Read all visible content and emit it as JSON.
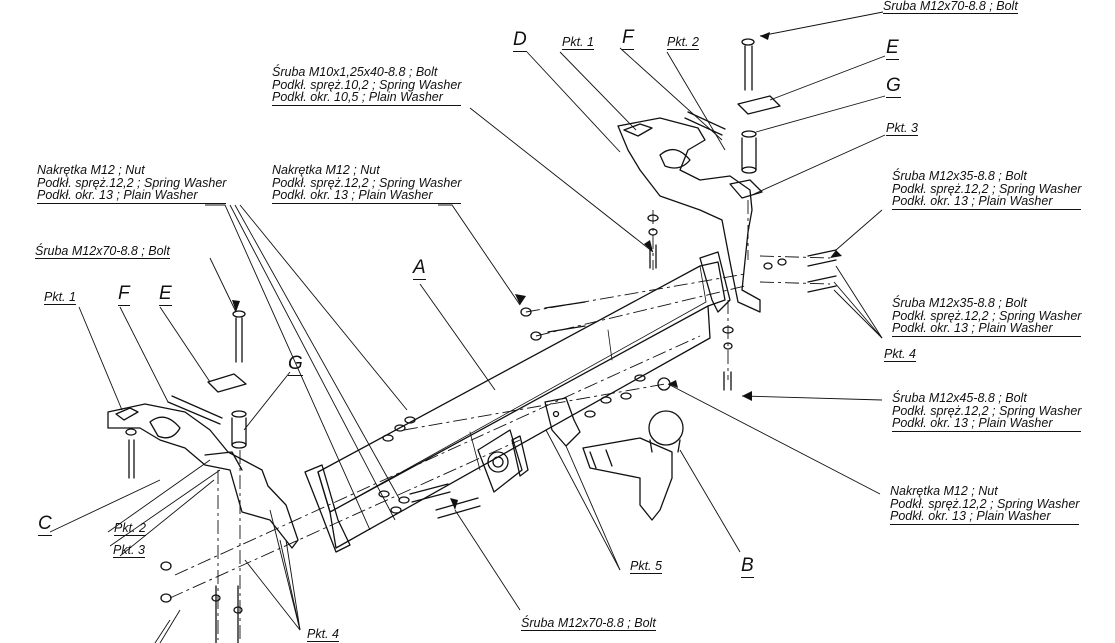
{
  "labels": {
    "bolt_top": "Śruba M12x70-8.8 ;  Bolt",
    "bolt_m10": [
      "Śruba M10x1,25x40-8.8 ;  Bolt",
      "Podkł. spręż.10,2 ; Spring Washer",
      "Podkł. okr. 10,5 ; Plain Washer"
    ],
    "nut_left": [
      "Nakrętka  M12 ; Nut",
      "Podkł. spręż.12,2 ; Spring Washer",
      "Podkł. okr. 13 ; Plain Washer"
    ],
    "nut_mid": [
      "Nakrętka  M12 ; Nut",
      "Podkł. spręż.12,2 ; Spring Washer",
      "Podkł. okr. 13 ; Plain Washer"
    ],
    "bolt_left": "Śruba M12x70-8.8 ;  Bolt",
    "bolt_m12x35_a": [
      "Śruba M12x35-8.8 ;  Bolt",
      "Podkł. spręż.12,2 ; Spring Washer",
      "Podkł. okr. 13 ; Plain Washer"
    ],
    "bolt_m12x35_b": [
      "Śruba M12x35-8.8 ;  Bolt",
      "Podkł. spręż.12,2 ; Spring Washer",
      "Podkł. okr. 13 ; Plain Washer"
    ],
    "bolt_m12x45": [
      "Śruba M12x45-8.8 ;  Bolt",
      "Podkł. spręż.12,2 ; Spring Washer",
      "Podkł. okr. 13 ; Plain Washer"
    ],
    "nut_right": [
      "Nakrętka  M12 ; Nut",
      "Podkł. spręż.12,2 ; Spring Washer",
      "Podkł. okr. 13 ; Plain Washer"
    ],
    "bolt_bottom": "Śruba M12x70-8.8 ;  Bolt"
  },
  "letters": {
    "A": "A",
    "B": "B",
    "C": "C",
    "D": "D",
    "E": "E",
    "F": "F",
    "G": "G"
  },
  "points": {
    "pkt1": "Pkt. 1",
    "pkt2": "Pkt. 2",
    "pkt3": "Pkt. 3",
    "pkt4": "Pkt. 4",
    "pkt5": "Pkt. 5"
  },
  "colors": {
    "ink": "#111111",
    "paper": "#ffffff"
  }
}
